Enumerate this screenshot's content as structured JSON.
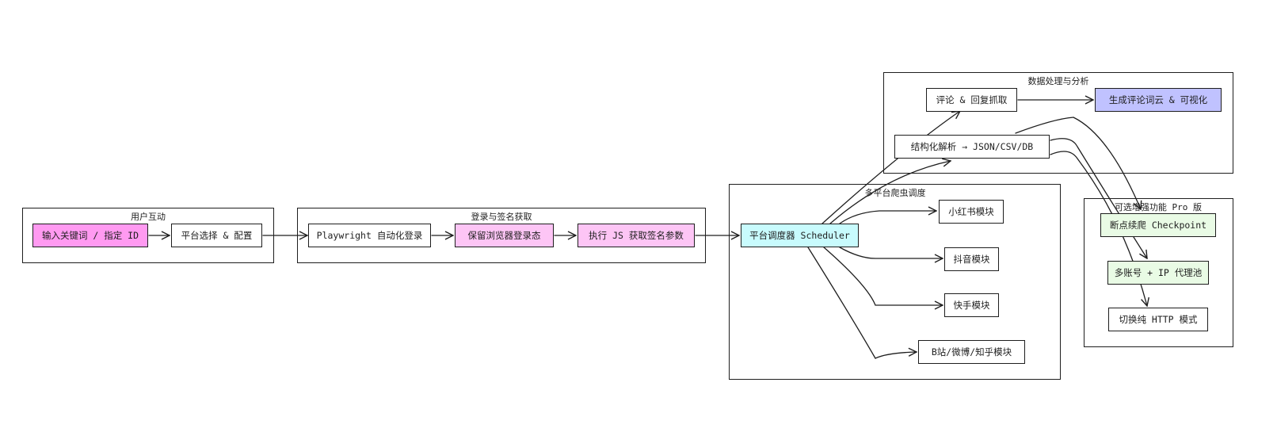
{
  "groups": {
    "user": "用户互动",
    "login": "登录与签名获取",
    "scheduler": "多平台爬虫调度",
    "data": "数据处理与分析",
    "pro": "可选增强功能 Pro 版"
  },
  "nodes": {
    "input_keyword": "输入关键词 / 指定 ID",
    "platform_select": "平台选择 & 配置",
    "playwright_login": "Playwright 自动化登录",
    "keep_login": "保留浏览器登录态",
    "exec_js": "执行 JS 获取签名参数",
    "scheduler": "平台调度器 Scheduler",
    "xhs": "小红书模块",
    "douyin": "抖音模块",
    "kuaishou": "快手模块",
    "bili_weibo_zhihu": "B站/微博/知乎模块",
    "comments": "评论 & 回复抓取",
    "parse": "结构化解析 → JSON/CSV/DB",
    "wordcloud": "生成评论词云 & 可视化",
    "checkpoint": "断点续爬 Checkpoint",
    "proxy_pool": "多账号 + IP 代理池",
    "http_mode": "切换纯 HTTP 模式"
  },
  "colors": {
    "input_keyword": "#ff9af1",
    "keep_login": "#fdc5f5",
    "exec_js": "#fdc5f5",
    "scheduler": "#c8fbfd",
    "wordcloud": "#c0c2ff",
    "checkpoint": "#e9fbe5",
    "proxy_pool": "#e9fbe5",
    "stroke": "#1e1e1e"
  },
  "edges": [
    [
      "input_keyword",
      "platform_select"
    ],
    [
      "platform_select",
      "playwright_login"
    ],
    [
      "playwright_login",
      "keep_login"
    ],
    [
      "keep_login",
      "exec_js"
    ],
    [
      "exec_js",
      "scheduler"
    ],
    [
      "scheduler",
      "xhs"
    ],
    [
      "scheduler",
      "douyin"
    ],
    [
      "scheduler",
      "kuaishou"
    ],
    [
      "scheduler",
      "bili_weibo_zhihu"
    ],
    [
      "scheduler",
      "comments"
    ],
    [
      "scheduler",
      "parse"
    ],
    [
      "comments",
      "wordcloud"
    ],
    [
      "parse",
      "checkpoint"
    ],
    [
      "parse",
      "proxy_pool"
    ],
    [
      "parse",
      "http_mode"
    ]
  ]
}
